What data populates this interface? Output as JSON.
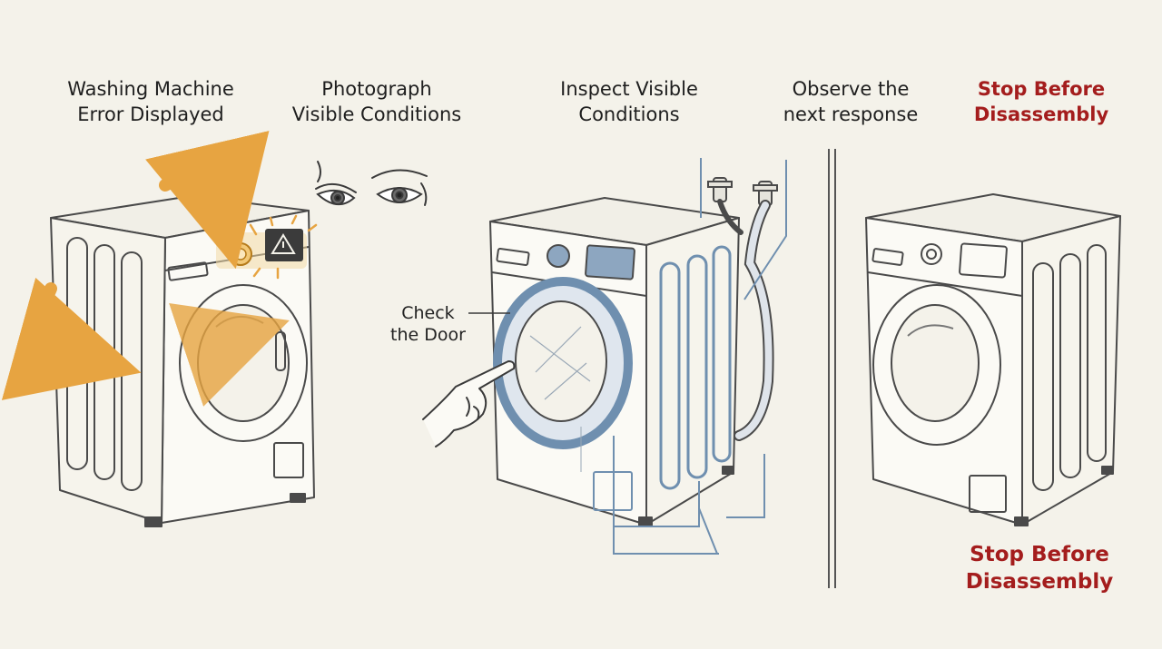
{
  "steps": [
    {
      "line1": "Washing Machine",
      "line2": "Error Displayed"
    },
    {
      "line1": "Photograph",
      "line2": "Visible Conditions"
    },
    {
      "line1": "Inspect Visible",
      "line2": "Conditions"
    },
    {
      "line1": "Observe the",
      "line2": "next response"
    },
    {
      "line1": "Stop Before",
      "line2": "Disassembly"
    }
  ],
  "callout": {
    "line1": "Check",
    "line2": "the Door"
  },
  "stop_note": {
    "line1": "Stop Before",
    "line2": "Disassembly"
  },
  "colors": {
    "warning_text": "#a41d1d",
    "highlight_orange": "#e7a441",
    "inspection_blue": "#6f8faf",
    "sketch_line": "#4a4a4a",
    "background": "#f4f2ea"
  },
  "icons": [
    "curved-arrow-icon",
    "warning-triangle-icon",
    "eyes-icon",
    "pointing-hand-icon",
    "faucet-icon"
  ]
}
